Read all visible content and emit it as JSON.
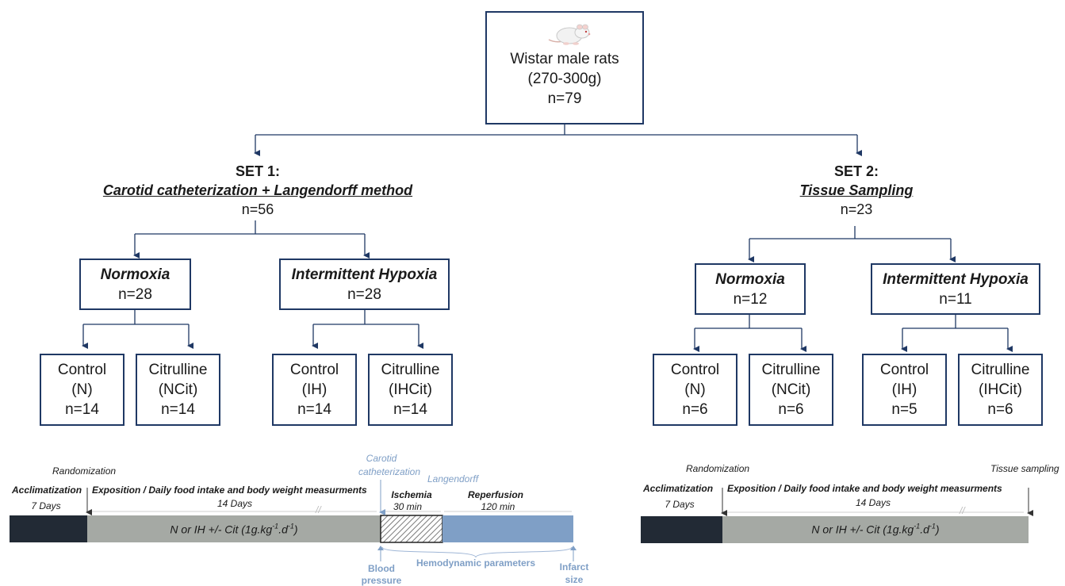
{
  "root": {
    "line1": "Wistar male rats",
    "line2": "(270-300g)",
    "line3": "n=79"
  },
  "set1": {
    "title": "SET 1:",
    "subtitle": "Carotid catheterization + Langendorff method",
    "n": "n=56",
    "normoxia": {
      "label": "Normoxia",
      "n": "n=28"
    },
    "ih": {
      "label": "Intermittent Hypoxia",
      "n": "n=28"
    },
    "leaves": [
      {
        "a": "Control",
        "b": "(N)",
        "n": "n=14"
      },
      {
        "a": "Citrulline",
        "b": "(NCit)",
        "n": "n=14"
      },
      {
        "a": "Control",
        "b": "(IH)",
        "n": "n=14"
      },
      {
        "a": "Citrulline",
        "b": "(IHCit)",
        "n": "n=14"
      }
    ]
  },
  "set2": {
    "title": "SET 2:",
    "subtitle": "Tissue Sampling",
    "n": "n=23",
    "normoxia": {
      "label": "Normoxia",
      "n": "n=12"
    },
    "ih": {
      "label": "Intermittent Hypoxia",
      "n": "n=11"
    },
    "leaves": [
      {
        "a": "Control",
        "b": "(N)",
        "n": "n=6"
      },
      {
        "a": "Citrulline",
        "b": "(NCit)",
        "n": "n=6"
      },
      {
        "a": "Control",
        "b": "(IH)",
        "n": "n=5"
      },
      {
        "a": "Citrulline",
        "b": "(IHCit)",
        "n": "n=6"
      }
    ]
  },
  "timeline1": {
    "randomization": "Randomization",
    "acclimatization": "Acclimatization",
    "acclim_days": "7 Days",
    "exposition": "Exposition / Daily food intake and body weight measurments",
    "exposition_days": "14 Days",
    "treatment": "N or IH +/- Cit (1g.kg",
    "treatment_sup1": "-1",
    "treatment_mid": ".d",
    "treatment_sup2": "-1",
    "treatment_end": ")",
    "carotid": "Carotid",
    "catheterization": "catheterization",
    "langendorff": "Langendorff",
    "ischemia": "Ischemia",
    "ischemia_time": "30 min",
    "reperfusion": "Reperfusion",
    "reperfusion_time": "120 min",
    "blood": "Blood",
    "pressure": "pressure",
    "hemodynamic": "Hemodynamic parameters",
    "infarct": "Infarct",
    "size": "size",
    "break_mark": "//"
  },
  "timeline2": {
    "randomization": "Randomization",
    "acclimatization": "Acclimatization",
    "acclim_days": "7 Days",
    "exposition": "Exposition / Daily food intake and body weight measurments",
    "exposition_days": "14 Days",
    "treatment": "N or IH +/- Cit (1g.kg",
    "treatment_sup1": "-1",
    "treatment_mid": ".d",
    "treatment_sup2": "-1",
    "treatment_end": ")",
    "tissue": "Tissue sampling",
    "break_mark": "//"
  },
  "colors": {
    "box_border": "#1f3864",
    "acclim_bar": "#222a35",
    "exposure_bar": "#a5a9a4",
    "reperfusion_bar": "#7f9fc6",
    "annotation_blue": "#7f9fc6"
  }
}
